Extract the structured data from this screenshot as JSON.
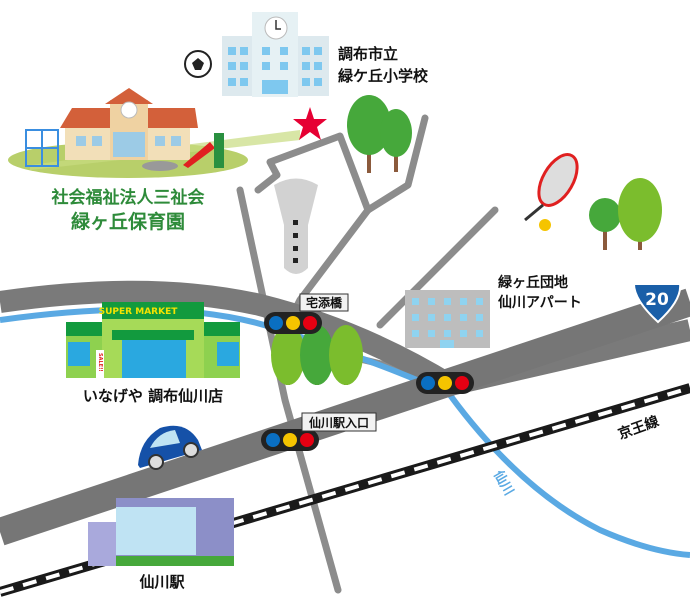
{
  "places": {
    "elementary_school": {
      "line1": "調布市立",
      "line2": "緑ケ丘小学校"
    },
    "nursery": {
      "line1": "社会福祉法人三祉会",
      "line2": "緑ヶ丘保育園"
    },
    "apartment": {
      "line1": "緑ヶ丘団地",
      "line2": "仙川アパート"
    },
    "supermarket": {
      "sign": "SUPER MARKET",
      "sale": "SALE!!",
      "name": "いなげや 調布仙川店"
    },
    "station": "仙川駅",
    "railway": "京王線",
    "river": "仙川",
    "route_number": "20"
  },
  "intersections": {
    "bridge": "宅添橋",
    "station_entrance": "仙川駅入口"
  },
  "colors": {
    "road": "#7a7a7a",
    "minor_road": "#8c8c8c",
    "river": "#5aa9e3",
    "destination_star": "#e60033",
    "label_green": "#2e8b3a",
    "route_shield": "#1a5fa8"
  }
}
